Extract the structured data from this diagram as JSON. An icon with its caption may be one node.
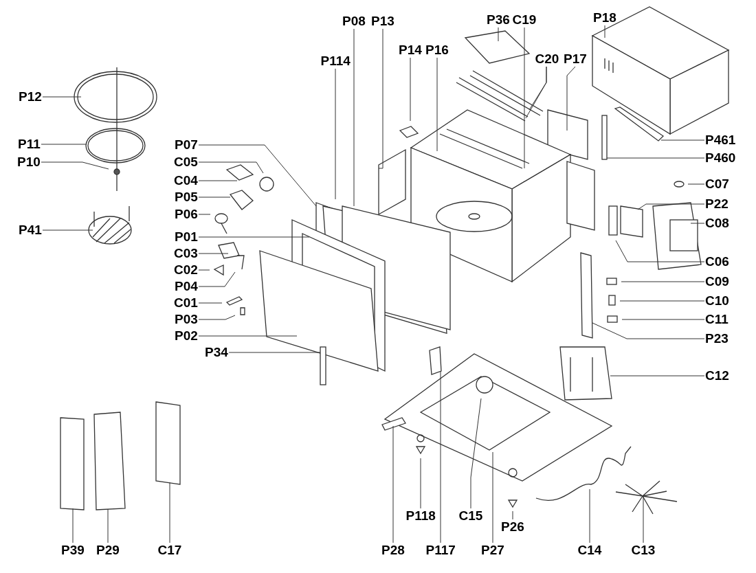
{
  "diagram": {
    "nodes": [
      {
        "text": [
          "P08"
        ]
      },
      {
        "text": [
          "P13"
        ]
      },
      {
        "text": [
          "P36"
        ]
      },
      {
        "text": [
          "C19"
        ]
      },
      {
        "text": [
          "P18"
        ]
      },
      {
        "text": [
          "P114"
        ]
      },
      {
        "text": [
          "P14"
        ]
      },
      {
        "text": [
          "P16"
        ]
      },
      {
        "text": [
          "C20"
        ]
      },
      {
        "text": [
          "P17"
        ]
      },
      {
        "text": [
          "P12"
        ]
      },
      {
        "text": [
          "P11"
        ]
      },
      {
        "text": [
          "P10"
        ]
      },
      {
        "text": [
          "P41"
        ]
      },
      {
        "text": [
          "P07"
        ]
      },
      {
        "text": [
          "C05"
        ]
      },
      {
        "text": [
          "C04"
        ]
      },
      {
        "text": [
          "P05"
        ]
      },
      {
        "text": [
          "P06"
        ]
      },
      {
        "text": [
          "P01"
        ]
      },
      {
        "text": [
          "C03"
        ]
      },
      {
        "text": [
          "C02"
        ]
      },
      {
        "text": [
          "P04"
        ]
      },
      {
        "text": [
          "C01"
        ]
      },
      {
        "text": [
          "P03"
        ]
      },
      {
        "text": [
          "P02"
        ]
      },
      {
        "text": [
          "P34"
        ]
      },
      {
        "text": [
          "P461"
        ]
      },
      {
        "text": [
          "P460"
        ]
      },
      {
        "text": [
          "C07"
        ]
      },
      {
        "text": [
          "P22"
        ]
      },
      {
        "text": [
          "C08"
        ]
      },
      {
        "text": [
          "C06"
        ]
      },
      {
        "text": [
          "C09"
        ]
      },
      {
        "text": [
          "C10"
        ]
      },
      {
        "text": [
          "C11"
        ]
      },
      {
        "text": [
          "P23"
        ]
      },
      {
        "text": [
          "C12"
        ]
      },
      {
        "text": [
          "P118"
        ]
      },
      {
        "text": [
          "C15"
        ]
      },
      {
        "text": [
          "P26"
        ]
      },
      {
        "text": [
          "P39"
        ]
      },
      {
        "text": [
          "P29"
        ]
      },
      {
        "text": [
          "C17"
        ]
      },
      {
        "text": [
          "P28"
        ]
      },
      {
        "text": [
          "P117"
        ]
      },
      {
        "text": [
          "P27"
        ]
      },
      {
        "text": [
          "C14"
        ]
      },
      {
        "text": [
          "C13"
        ]
      }
    ],
    "edges": [
      {
        "from": 0,
        "to": null,
        "arrow": "none"
      },
      {
        "from": 1,
        "to": null,
        "arrow": "none"
      },
      {
        "from": 2,
        "to": null,
        "arrow": "none"
      },
      {
        "from": 3,
        "to": null,
        "arrow": "none"
      },
      {
        "from": 4,
        "to": null,
        "arrow": "none"
      },
      {
        "from": 5,
        "to": null,
        "arrow": "none"
      },
      {
        "from": 6,
        "to": null,
        "arrow": "none"
      },
      {
        "from": 7,
        "to": null,
        "arrow": "none"
      },
      {
        "from": 8,
        "to": null,
        "arrow": "none"
      },
      {
        "from": 8,
        "to": null,
        "arrow": "none"
      },
      {
        "from": 9,
        "to": null,
        "arrow": "none"
      },
      {
        "from": 10,
        "to": null,
        "arrow": "none"
      },
      {
        "from": 11,
        "to": null,
        "arrow": "none"
      },
      {
        "from": 12,
        "to": null,
        "arrow": "none"
      },
      {
        "from": 13,
        "to": null,
        "arrow": "none"
      },
      {
        "from": 14,
        "to": null,
        "arrow": "none"
      },
      {
        "from": 15,
        "to": null,
        "arrow": "none"
      },
      {
        "from": 16,
        "to": null,
        "arrow": "none"
      },
      {
        "from": 17,
        "to": null,
        "arrow": "none"
      },
      {
        "from": 18,
        "to": null,
        "arrow": "none"
      },
      {
        "from": 19,
        "to": null,
        "arrow": "none"
      },
      {
        "from": 20,
        "to": null,
        "arrow": "none"
      },
      {
        "from": 21,
        "to": null,
        "arrow": "none"
      },
      {
        "from": 22,
        "to": null,
        "arrow": "none"
      },
      {
        "from": 23,
        "to": null,
        "arrow": "none"
      },
      {
        "from": 24,
        "to": null,
        "arrow": "none"
      },
      {
        "from": 25,
        "to": null,
        "arrow": "none"
      },
      {
        "from": 26,
        "to": null,
        "arrow": "none"
      },
      {
        "from": 27,
        "to": null,
        "arrow": "none"
      },
      {
        "from": 28,
        "to": null,
        "arrow": "none"
      },
      {
        "from": 29,
        "to": null,
        "arrow": "none"
      },
      {
        "from": 30,
        "to": null,
        "arrow": "none"
      },
      {
        "from": 31,
        "to": null,
        "arrow": "none"
      },
      {
        "from": 32,
        "to": null,
        "arrow": "none"
      },
      {
        "from": 33,
        "to": null,
        "arrow": "none"
      },
      {
        "from": 34,
        "to": null,
        "arrow": "none"
      },
      {
        "from": 35,
        "to": null,
        "arrow": "none"
      },
      {
        "from": 36,
        "to": null,
        "arrow": "none"
      },
      {
        "from": 37,
        "to": null,
        "arrow": "none"
      },
      {
        "from": 38,
        "to": null,
        "arrow": "none"
      },
      {
        "from": 39,
        "to": null,
        "arrow": "none"
      },
      {
        "from": 40,
        "to": null,
        "arrow": "none"
      },
      {
        "from": 41,
        "to": null,
        "arrow": "none"
      },
      {
        "from": 42,
        "to": null,
        "arrow": "none"
      },
      {
        "from": 43,
        "to": null,
        "arrow": "none"
      },
      {
        "from": 44,
        "to": null,
        "arrow": "none"
      },
      {
        "from": 45,
        "to": null,
        "arrow": "none"
      },
      {
        "from": 46,
        "to": null,
        "arrow": "none"
      },
      {
        "from": 47,
        "to": null,
        "arrow": "none"
      },
      {
        "from": 48,
        "to": null,
        "arrow": "none"
      }
    ]
  }
}
